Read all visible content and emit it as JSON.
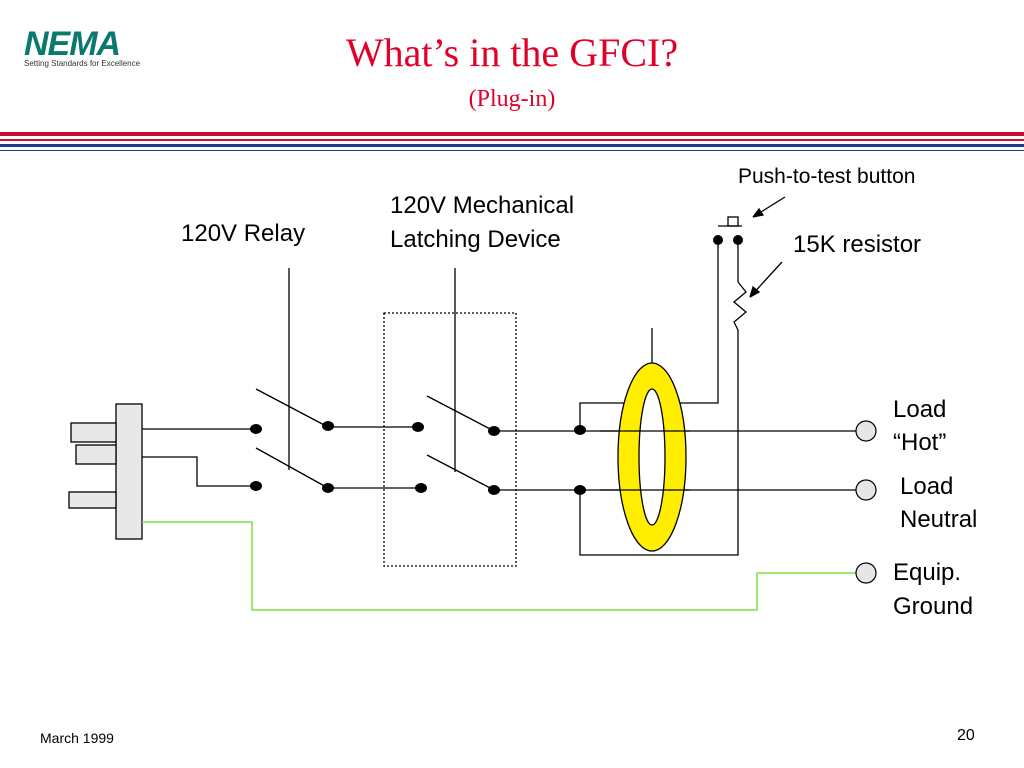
{
  "logo": {
    "text": "NEMA",
    "tagline": "Setting Standards for Excellence"
  },
  "slide": {
    "title": "What’s in the GFCI?",
    "subtitle": "(Plug-in)"
  },
  "labels": {
    "relay": "120V Relay",
    "latch_line1": "120V Mechanical",
    "latch_line2": "Latching Device",
    "push_button": "Push-to-test button",
    "resistor": "15K resistor",
    "load_hot_line1": "Load",
    "load_hot_line2": "“Hot”",
    "load_neutral_line1": "Load",
    "load_neutral_line2": "Neutral",
    "ground_line1": "Equip.",
    "ground_line2": "Ground"
  },
  "footer": {
    "date": "March 1999",
    "page": "20"
  },
  "colors": {
    "title": "#e0002a",
    "rule_red": "#c8102e",
    "rule_blue": "#1a3c8c",
    "ground_wire": "#7fe040",
    "sensor_ring_fill": "#ffee00",
    "logo": "#0a7a6e"
  },
  "icons": [
    "plug-icon",
    "relay-switch-icon",
    "latch-switch-icon",
    "push-button-icon",
    "resistor-icon",
    "current-sensor-ring-icon",
    "terminal-icon"
  ]
}
